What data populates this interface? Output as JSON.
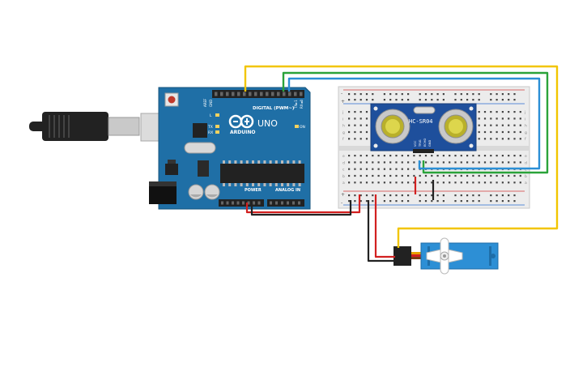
{
  "arduino": {
    "brand": "ARDUINO",
    "model": "UNO",
    "digital_header_label": "DIGITAL (PWM~)",
    "power_header_label": "POWER",
    "analog_header_label": "ANALOG IN",
    "on_label": "ON",
    "led_labels": [
      "L",
      "TX",
      "RX"
    ],
    "aref_label": "AREF",
    "gnd_label": "GND",
    "tx_label": "TX►1",
    "rx_label": "RX◄0",
    "board_color": "#1f6fa6"
  },
  "sensor": {
    "model": "HC-SR04",
    "pin_labels": [
      "VCC",
      "TRIG",
      "ECHO",
      "GND"
    ],
    "board_color": "#1e4f9c"
  },
  "breadboard": {
    "row_letters_top": [
      "j",
      "i",
      "h",
      "g",
      "f"
    ],
    "row_letters_bottom": [
      "e",
      "d",
      "c",
      "b",
      "a"
    ],
    "rail_plus": "+",
    "rail_minus": "-"
  },
  "servo": {
    "body_color": "#2d8fd5",
    "horn_color": "#ffffff"
  },
  "wire_colors": {
    "yellow": "#f2c500",
    "green": "#2aa33a",
    "blue": "#2b8fd6",
    "red": "#d22020",
    "black": "#222222"
  }
}
